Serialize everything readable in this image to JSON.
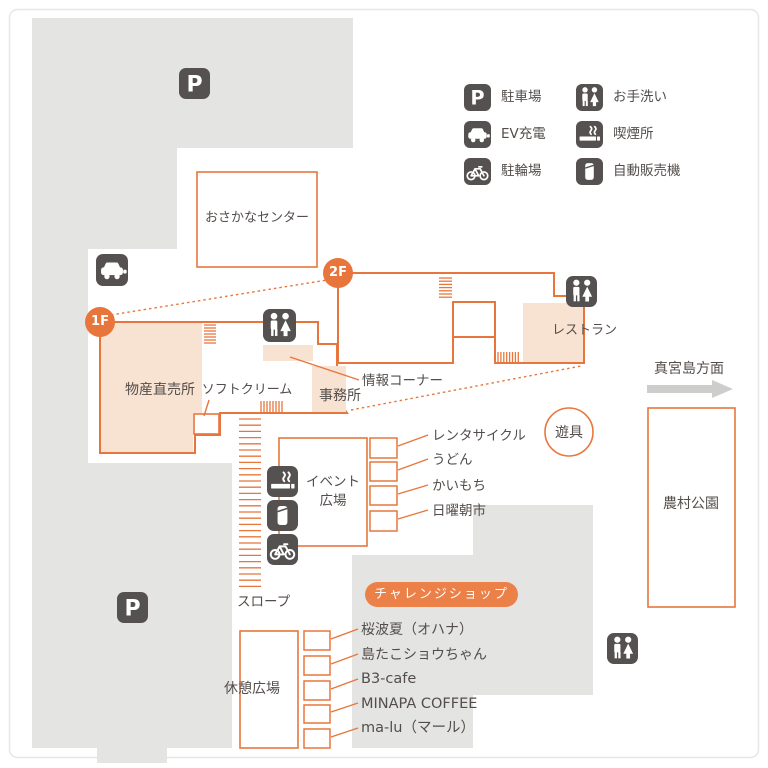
{
  "glyphs": {
    "parking": "P"
  },
  "floors": {
    "f1": "1F",
    "f2": "2F"
  },
  "legend": {
    "items": [
      {
        "icon": "parking-icon",
        "label": "駐車場"
      },
      {
        "icon": "restroom-icon",
        "label": "お手洗い"
      },
      {
        "icon": "ev-charge-icon",
        "label": "EV充電"
      },
      {
        "icon": "smoking-icon",
        "label": "喫煙所"
      },
      {
        "icon": "bicycle-parking-icon",
        "label": "駐輪場"
      },
      {
        "icon": "vending-machine-icon",
        "label": "自動販売機"
      }
    ]
  },
  "areas": {
    "osakana_center": "おさかなセンター",
    "bussan_chokubaijo": "物産直売所",
    "soft_cream": "ソフトクリーム",
    "jimusho": "事務所",
    "joho_corner": "情報コーナー",
    "restaurant": "レストラン",
    "event_plaza": "イベント広場",
    "yugu": "遊具",
    "noson_koen": "農村公園",
    "kyukei_hiroba": "休憩広場",
    "slope": "スロープ"
  },
  "stalls": [
    "レンタサイクル",
    "うどん",
    "かいもち",
    "日曜朝市"
  ],
  "challenge_shop": {
    "title": "チャレンジショップ",
    "shops": [
      "桜波夏（オハナ）",
      "島たこショウちゃん",
      "B3-cafe",
      "MINAPA COFFEE",
      "ma-lu（マール）"
    ]
  },
  "direction": "真宮島方面",
  "colors": {
    "orange": "#E8763C",
    "peach": "#F8E2D1",
    "map_gray": "#E4E4E3",
    "icon_dark": "#555150",
    "text": "#534E4B",
    "badge_orange": "#EC8049",
    "arrow_gray": "#CDCDCC"
  }
}
